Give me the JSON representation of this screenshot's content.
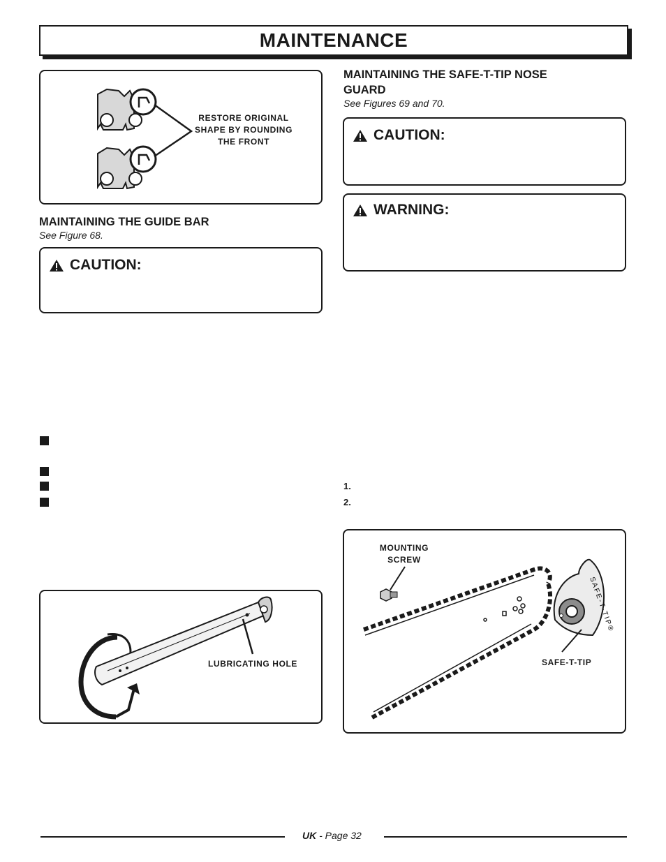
{
  "header": {
    "title": "MAINTENANCE"
  },
  "figure67": {
    "label_lines": [
      "RESTORE ORIGINAL",
      "SHAPE BY ROUNDING",
      "THE FRONT"
    ]
  },
  "guide_bar": {
    "title": "MAINTAINING THE GUIDE BAR",
    "subtitle": "See Figure 68.",
    "caution_label": "CAUTION:"
  },
  "figure68": {
    "label": "LUBRICATING HOLE"
  },
  "nose_guard": {
    "title_line1": "MAINTAINING THE SAFE-T-TIP NOSE",
    "title_line2": "GUARD",
    "subtitle": "See Figures 69 and 70.",
    "caution_label": "CAUTION:",
    "warning_label": "WARNING:",
    "steps": [
      "1.",
      "2."
    ]
  },
  "figure69": {
    "mounting_line1": "MOUNTING",
    "mounting_line2": "SCREW",
    "tip_label": "SAFE-T-TIP",
    "guard_text": "SAFE-T-TIP®"
  },
  "footer": {
    "region": "UK",
    "page": "- Page 32"
  }
}
